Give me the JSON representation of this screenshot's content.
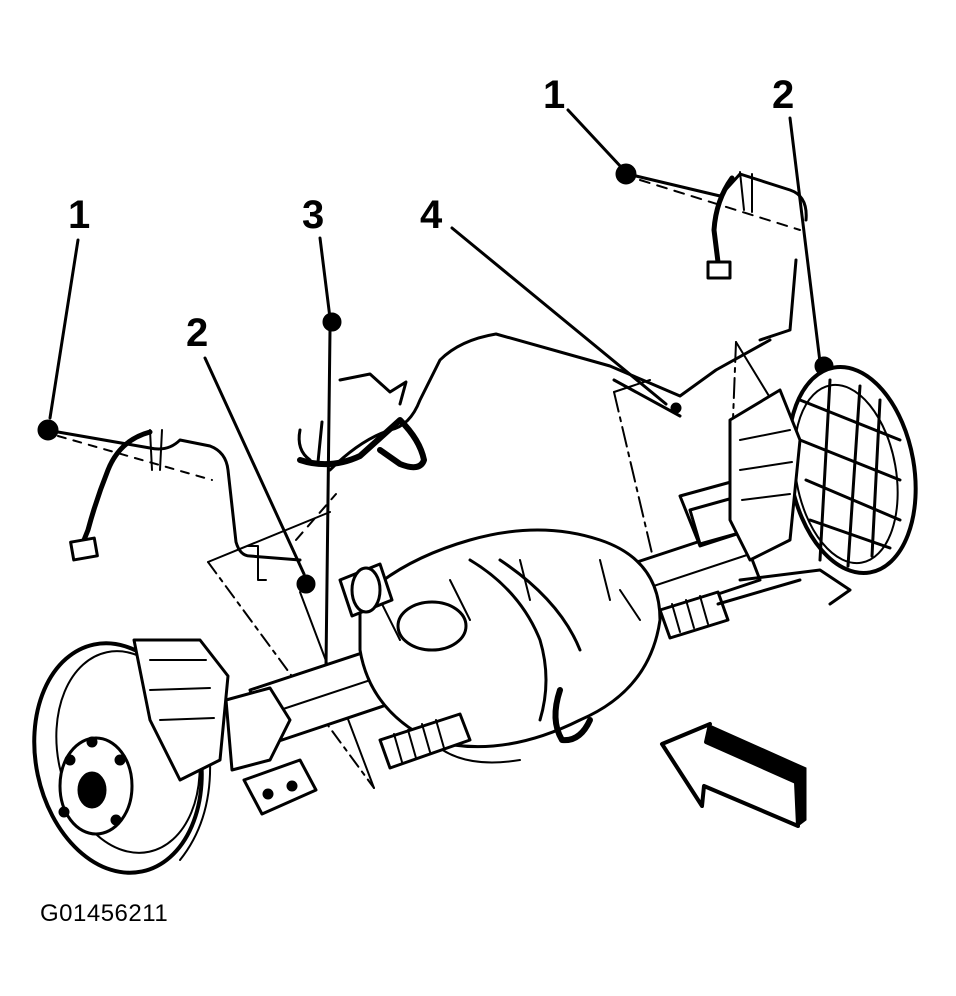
{
  "callouts": [
    {
      "id": "callout-1-left",
      "label": "1"
    },
    {
      "id": "callout-2-left",
      "label": "2"
    },
    {
      "id": "callout-3",
      "label": "3"
    },
    {
      "id": "callout-4",
      "label": "4"
    },
    {
      "id": "callout-1-right",
      "label": "1"
    },
    {
      "id": "callout-2-right",
      "label": "2"
    }
  ],
  "figure_id": "G01456211",
  "colors": {
    "ink": "#000000",
    "background": "#ffffff"
  },
  "icons": {
    "direction_arrow": "forward-arrow-icon"
  }
}
